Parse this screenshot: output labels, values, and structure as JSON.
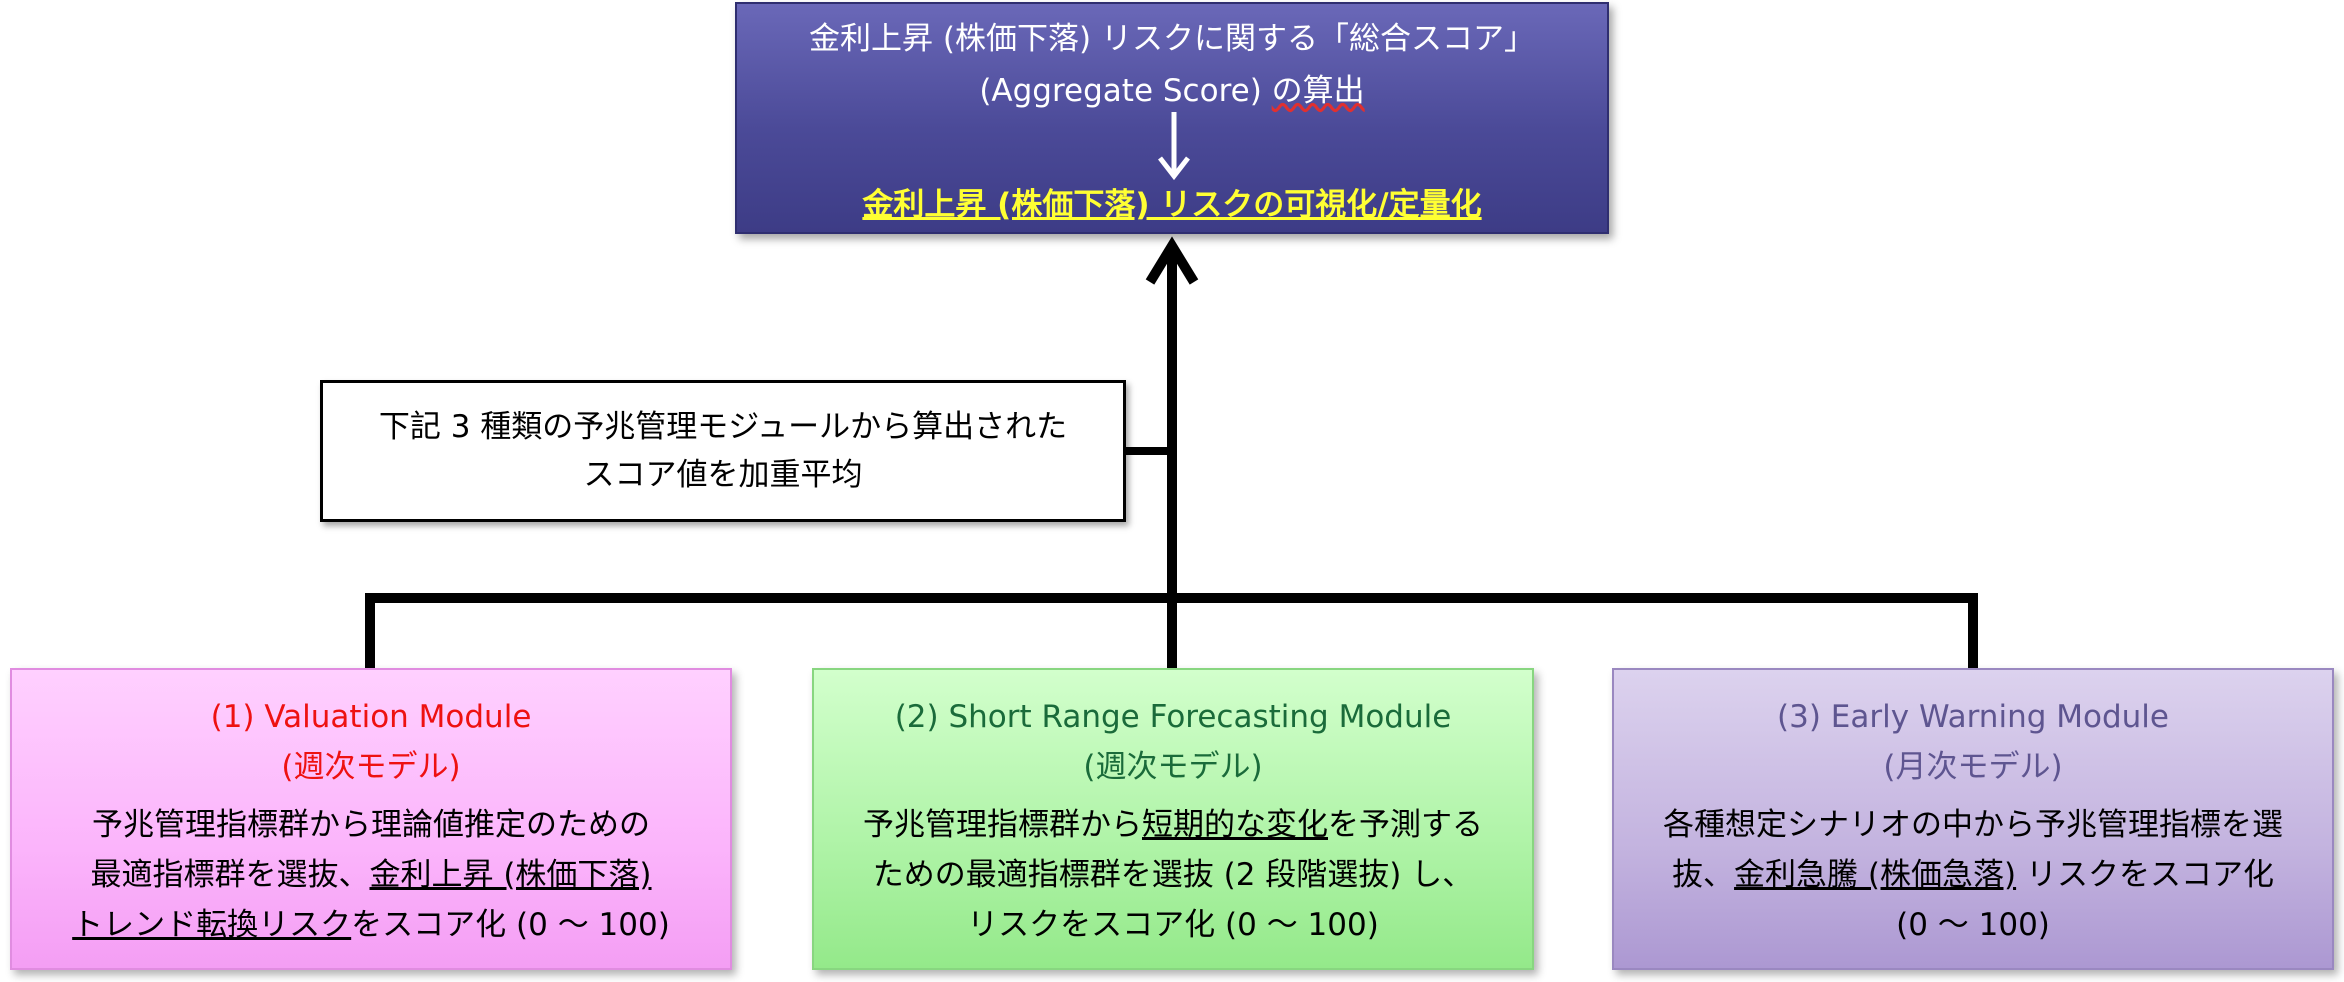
{
  "top": {
    "line1": "金利上昇 (株価下落) リスクに関する「総合スコア」",
    "line2_prefix": "(Aggregate Score) ",
    "line2_suffix": "の算出",
    "line3": "金利上昇 (株価下落) リスクの可視化/定量化"
  },
  "note": {
    "line1": "下記 3 種類の予兆管理モジュールから算出された",
    "line2": "スコア値を加重平均"
  },
  "modules": [
    {
      "title": "(1) Valuation Module",
      "subtitle": "(週次モデル)",
      "l1": "予兆管理指標群から理論値推定のための",
      "l2a": "最適指標群を選抜、",
      "l2b": "金利上昇 (株価下落)",
      "l3a": "トレンド転換リスク",
      "l3b": "をスコア化 (0 〜 100)"
    },
    {
      "title": "(2) Short Range Forecasting Module",
      "subtitle": "(週次モデル)",
      "l1a": "予兆管理指標群から",
      "l1b": "短期的な変化",
      "l1c": "を予測する",
      "l2": "ための最適指標群を選抜 (2 段階選抜) し、",
      "l3": "リスクをスコア化 (0 〜 100)"
    },
    {
      "title": "(3) Early Warning Module",
      "subtitle": "(月次モデル)",
      "l1": "各種想定シナリオの中から予兆管理指標を選",
      "l2a": "抜、",
      "l2b": "金利急騰 (株価急落)",
      "l2c": " リスクをスコア化",
      "l3": "(0 〜 100)"
    }
  ]
}
